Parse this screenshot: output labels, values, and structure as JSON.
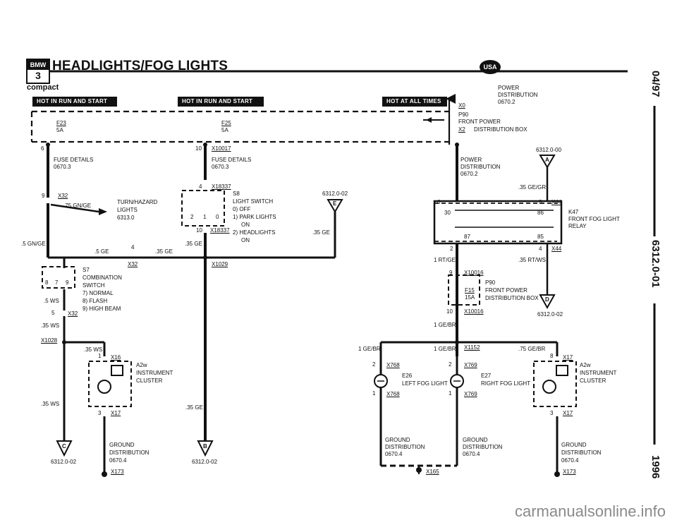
{
  "header": {
    "brand": "BMW",
    "series": "3",
    "title": "HEADLIGHTS/FOG LIGHTS",
    "model": "compact",
    "market": "USA"
  },
  "side": {
    "date": "04/97",
    "code": "6312.0-01",
    "year": "1996"
  },
  "bars": {
    "hot_run_1": "HOT IN RUN AND START",
    "hot_run_2": "HOT IN RUN AND START",
    "hot_all": "HOT AT ALL TIMES"
  },
  "labels": {
    "power_dist_1": "POWER",
    "power_dist_2": "DISTRIBUTION",
    "power_dist_3": "0670.2",
    "x0": "X0",
    "p90_a": "P90",
    "p90_b": "FRONT POWER",
    "p90_c": "DISTRIBUTION BOX",
    "x2": "X2",
    "f23": "F23",
    "f23_amp": "5A",
    "f25": "F25",
    "f25_amp": "5A",
    "pin6": "6",
    "pin10": "10",
    "x10017": "X10017",
    "fuse_left_1": "FUSE DETAILS",
    "fuse_left_2": "0670.3",
    "fuse_mid_1": "FUSE DETAILS",
    "fuse_mid_2": "0670.3",
    "pd_right_1": "POWER",
    "pd_right_2": "DISTRIBUTION",
    "pd_right_3": "0670.2",
    "ref_a_code": "6312.0-00",
    "ref_a": "A",
    "ge_gr": ".35 GE/GR",
    "pin4_top": "4",
    "x18337_top": "X18337",
    "s8_1": "S8",
    "s8_2": "LIGHT SWITCH",
    "s8_3": "0)  OFF",
    "s8_4": "1)  PARK LIGHTS",
    "s8_5": "ON",
    "s8_6": "2)  HEADLIGHTS",
    "s8_7": "ON",
    "ref_e_code": "6312.0-02",
    "ref_e": "E",
    "sw_2": "2",
    "sw_1": "1",
    "sw_0": "0",
    "pin10_b": "10",
    "x18337_bot": "X18337",
    "pin9": "9",
    "x32_top": "X32",
    "gn_ge": ".75 GN/GE",
    "turn_1": "TURN/HAZARD",
    "turn_2": "LIGHTS",
    "turn_3": "6313.0",
    "ge35_mid": ".35 GE",
    "ge35_right": ".35 GE",
    "gn_ge5": ".5 GN/GE",
    "ge5": ".5 GE",
    "pin4_mid": "4",
    "ge35_c": ".35 GE",
    "x32_mid": "X32",
    "x1029": "X1029",
    "s7_1": "S7",
    "s7_2": "COMBINATION",
    "s7_3": "SWITCH",
    "s7_4": "7)  NORMAL",
    "s7_5": "8)  FLASH",
    "s7_6": "9)  HIGH BEAM",
    "p8": "8",
    "p7": "7",
    "p9": "9",
    "ws5": ".5 WS",
    "pin5": "5",
    "x32_bot": "X32",
    "ws35_a": ".35 WS",
    "x1028": "X1028",
    "ws35_b": ".35 WS",
    "pin1_l": "1",
    "x16": "X16",
    "a2w_1": "A2w",
    "a2w_2": "INSTRUMENT",
    "a2w_3": "CLUSTER",
    "ws35_c": ".35 WS",
    "pin3_l": "3",
    "x17_l": "X17",
    "ge35_d": ".35 GE",
    "gd_l_1": "GROUND",
    "gd_l_2": "DISTRIBUTION",
    "gd_l_3": "0670.4",
    "x173_l": "X173",
    "ref_c": "C",
    "ref_c_code": "6312.0-02",
    "ref_b": "B",
    "ref_b_code": "6312.0-02",
    "pin6_k": "6",
    "pin8_k": "8",
    "x44_top": "X44",
    "k47_1": "K47",
    "k47_2": "FRONT FOG LIGHT",
    "k47_3": "RELAY",
    "p30": "30",
    "p86": "86",
    "p87": "87",
    "p85": "85",
    "pin2": "2",
    "pin4_k": "4",
    "x44_bot": "X44",
    "rt_ge": "1 RT/GE",
    "rt_ws": ".35 RT/WS",
    "pin9_f": "9",
    "x10016_top": "X10016",
    "f15": "F15",
    "f15_amp": "15A",
    "p90_2a": "P90",
    "p90_2b": "FRONT POWER",
    "p90_2c": "DISTRIBUTION BOX",
    "ref_d": "D",
    "pin10_f": "10",
    "x10016_bot": "X10016",
    "ref_d_code": "6312.0-02",
    "ge_br_1": "1 GE/BR",
    "ge_br_2": "1 GE/BR",
    "ge_br_3": "1 GE/BR",
    "x1152": "X1152",
    "ge_br_75": ".75 GE/BR",
    "pin8_r": "8",
    "x17_top_r": "X17",
    "a2w_r_1": "A2w",
    "a2w_r_2": "INSTRUMENT",
    "a2w_r_3": "CLUSTER",
    "pin2_l": "2",
    "x768_top": "X768",
    "e26_1": "E26",
    "e26_2": "LEFT FOG LIGHT",
    "pin2_r": "2",
    "x769_top": "X769",
    "e27_1": "E27",
    "e27_2": "RIGHT FOG LIGHT",
    "pin1_a": "1",
    "x768_bot": "X768",
    "pin1_b": "1",
    "x769_bot": "X769",
    "pin3_r": "3",
    "x17_r": "X17",
    "gd_a_1": "GROUND",
    "gd_a_2": "DISTRIBUTION",
    "gd_a_3": "0670.4",
    "gd_b_1": "GROUND",
    "gd_b_2": "DISTRIBUTION",
    "gd_b_3": "0670.4",
    "gd_c_1": "GROUND",
    "gd_c_2": "DISTRIBUTION",
    "gd_c_3": "0670.4",
    "x165": "X165",
    "x173_r": "X173"
  },
  "watermark": "carmanualsonline.info"
}
